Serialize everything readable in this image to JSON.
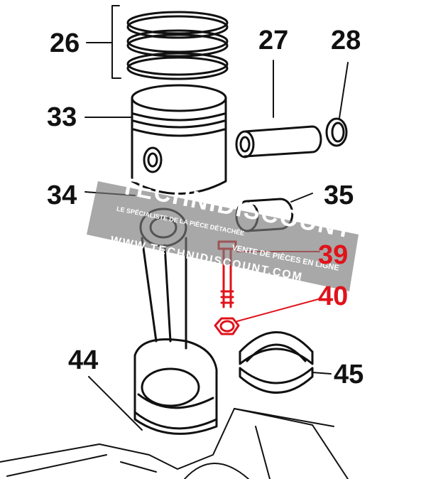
{
  "callouts": [
    {
      "id": "26",
      "color": "#111111"
    },
    {
      "id": "27",
      "color": "#111111"
    },
    {
      "id": "28",
      "color": "#111111"
    },
    {
      "id": "33",
      "color": "#111111"
    },
    {
      "id": "34",
      "color": "#111111"
    },
    {
      "id": "35",
      "color": "#111111"
    },
    {
      "id": "39",
      "color": "#e0121a"
    },
    {
      "id": "40",
      "color": "#e0121a"
    },
    {
      "id": "44",
      "color": "#111111"
    },
    {
      "id": "45",
      "color": "#111111"
    }
  ],
  "watermark": {
    "brand": "TECHNIDISCOUNT",
    "tagline_1": "LE SPÉCIALISTE DE LA PIÈCE DÉTACHÉE",
    "tagline_2": "VENTE DE PIÈCES EN LIGNE",
    "url": "WWW.TECHNIDISCOUNT.COM",
    "color": "#6b6b6b"
  },
  "colors": {
    "line": "#111111",
    "highlight": "#e0121a"
  }
}
